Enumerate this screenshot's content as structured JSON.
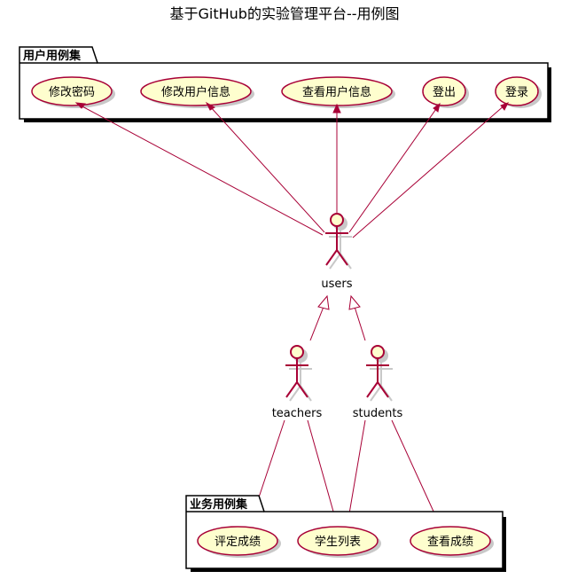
{
  "title": "基于GitHub的实验管理平台--用例图",
  "packages": {
    "user": {
      "title": "用户用例集"
    },
    "business": {
      "title": "业务用例集"
    }
  },
  "use_cases": {
    "change_password": "修改密码",
    "edit_profile": "修改用户信息",
    "view_profile": "查看用户信息",
    "logout": "登出",
    "login": "登录",
    "grade": "评定成绩",
    "student_list": "学生列表",
    "view_grades": "查看成绩"
  },
  "actors": {
    "users": "users",
    "teachers": "teachers",
    "students": "students"
  },
  "colors": {
    "line": "#A80036",
    "fill": "#FEFECE"
  }
}
